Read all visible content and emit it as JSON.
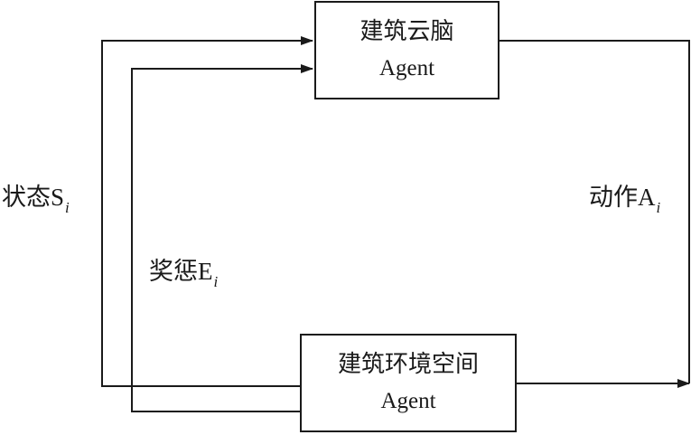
{
  "cloud_brain": {
    "title": "建筑云脑",
    "subtitle": "Agent"
  },
  "environment": {
    "title": "建筑环境空间",
    "subtitle": "Agent"
  },
  "edges": {
    "state": {
      "text": "状态",
      "symbol": "S",
      "subscript": "i"
    },
    "reward": {
      "text": "奖惩",
      "symbol": "E",
      "subscript": "i"
    },
    "action": {
      "text": "动作",
      "symbol": "A",
      "subscript": "i"
    }
  }
}
